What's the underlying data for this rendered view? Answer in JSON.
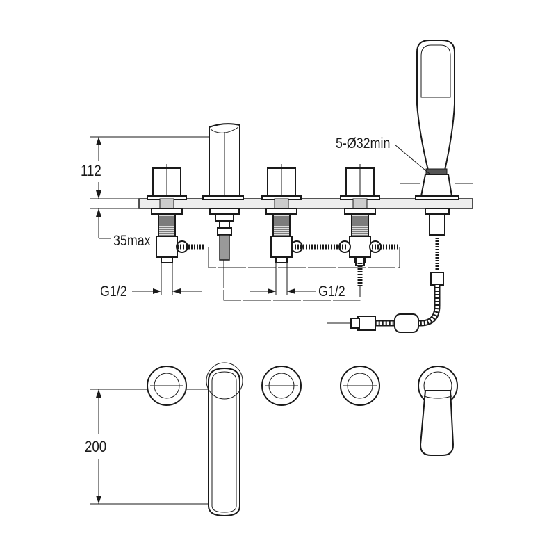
{
  "dimensions": {
    "height_above_deck": "112",
    "deck_thickness": "35max",
    "inlet_thread_left": "G1/2",
    "inlet_thread_right": "G1/2",
    "hole_size": "5-Ø32min",
    "spout_projection": "200"
  }
}
